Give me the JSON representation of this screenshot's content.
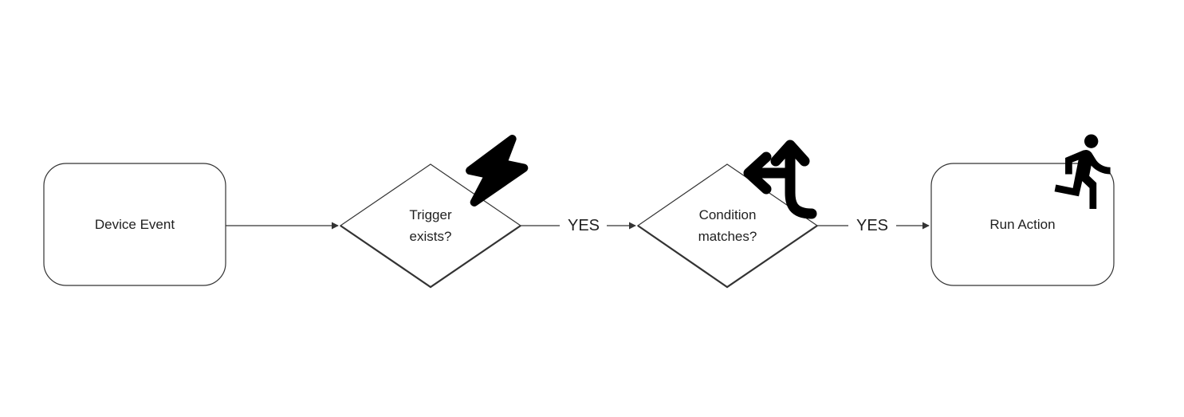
{
  "diagram": {
    "type": "flowchart",
    "direction": "left-to-right",
    "background": "#ffffff",
    "colors": {
      "node_stroke": "#333333",
      "node_fill": "#ffffff",
      "edge": "#333333",
      "text": "#1f1f1f",
      "icon": "#000000"
    },
    "nodes": {
      "device_event": {
        "shape": "rounded-rectangle",
        "label": "Device Event"
      },
      "trigger_exists": {
        "shape": "diamond",
        "label": "Trigger\nexists?",
        "icon": "lightning-bolt-icon"
      },
      "condition_matches": {
        "shape": "diamond",
        "label": "Condition\nmatches?",
        "icon": "split-arrows-icon"
      },
      "run_action": {
        "shape": "rounded-rectangle",
        "label": "Run Action",
        "icon": "running-person-icon"
      }
    },
    "edges": {
      "device_to_trigger": {
        "from": "device_event",
        "to": "trigger_exists"
      },
      "trigger_to_condition": {
        "from": "trigger_exists",
        "to": "condition_matches",
        "label": "YES"
      },
      "condition_to_action": {
        "from": "condition_matches",
        "to": "run_action",
        "label": "YES"
      }
    }
  }
}
